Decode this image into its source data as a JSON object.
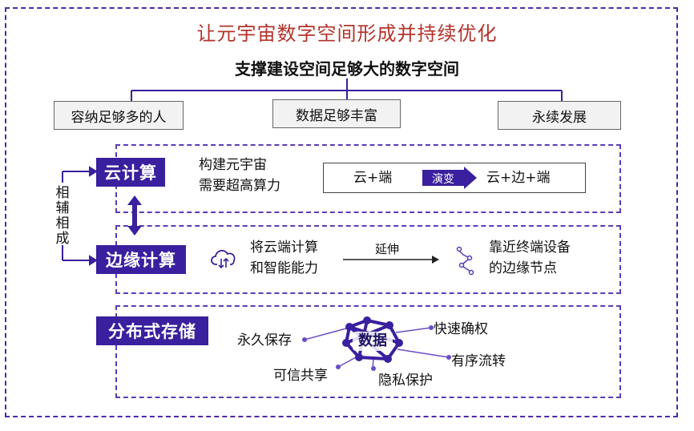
{
  "title": "让元宇宙数字空间形成并持续优化",
  "subtitle": "支撑建设空间足够大的数字空间",
  "pillars": [
    "容纳足够多的人",
    "数据足够丰富",
    "永续发展"
  ],
  "side_label": "相辅相成",
  "cloud": {
    "tag": "云计算",
    "desc": [
      "构建元宇宙",
      "需要超高算力"
    ],
    "from": "云+端",
    "arrow_label": "演变",
    "to": "云+边+端"
  },
  "edge": {
    "tag": "边缘计算",
    "desc": [
      "将云端计算",
      "和智能能力"
    ],
    "arrow_label": "延伸",
    "target": [
      "靠近终端设备",
      "的边缘节点"
    ]
  },
  "storage": {
    "tag": "分布式存储",
    "center": "数据",
    "features": [
      "永久保存",
      "可信共享",
      "隐私保护",
      "有序流转",
      "快速确权"
    ]
  },
  "colors": {
    "accent": "#3a1f9e",
    "title": "#b3322b",
    "dash": "#5a3cb6"
  },
  "icons": [
    "cloud-sync-icon",
    "node-path-icon"
  ]
}
